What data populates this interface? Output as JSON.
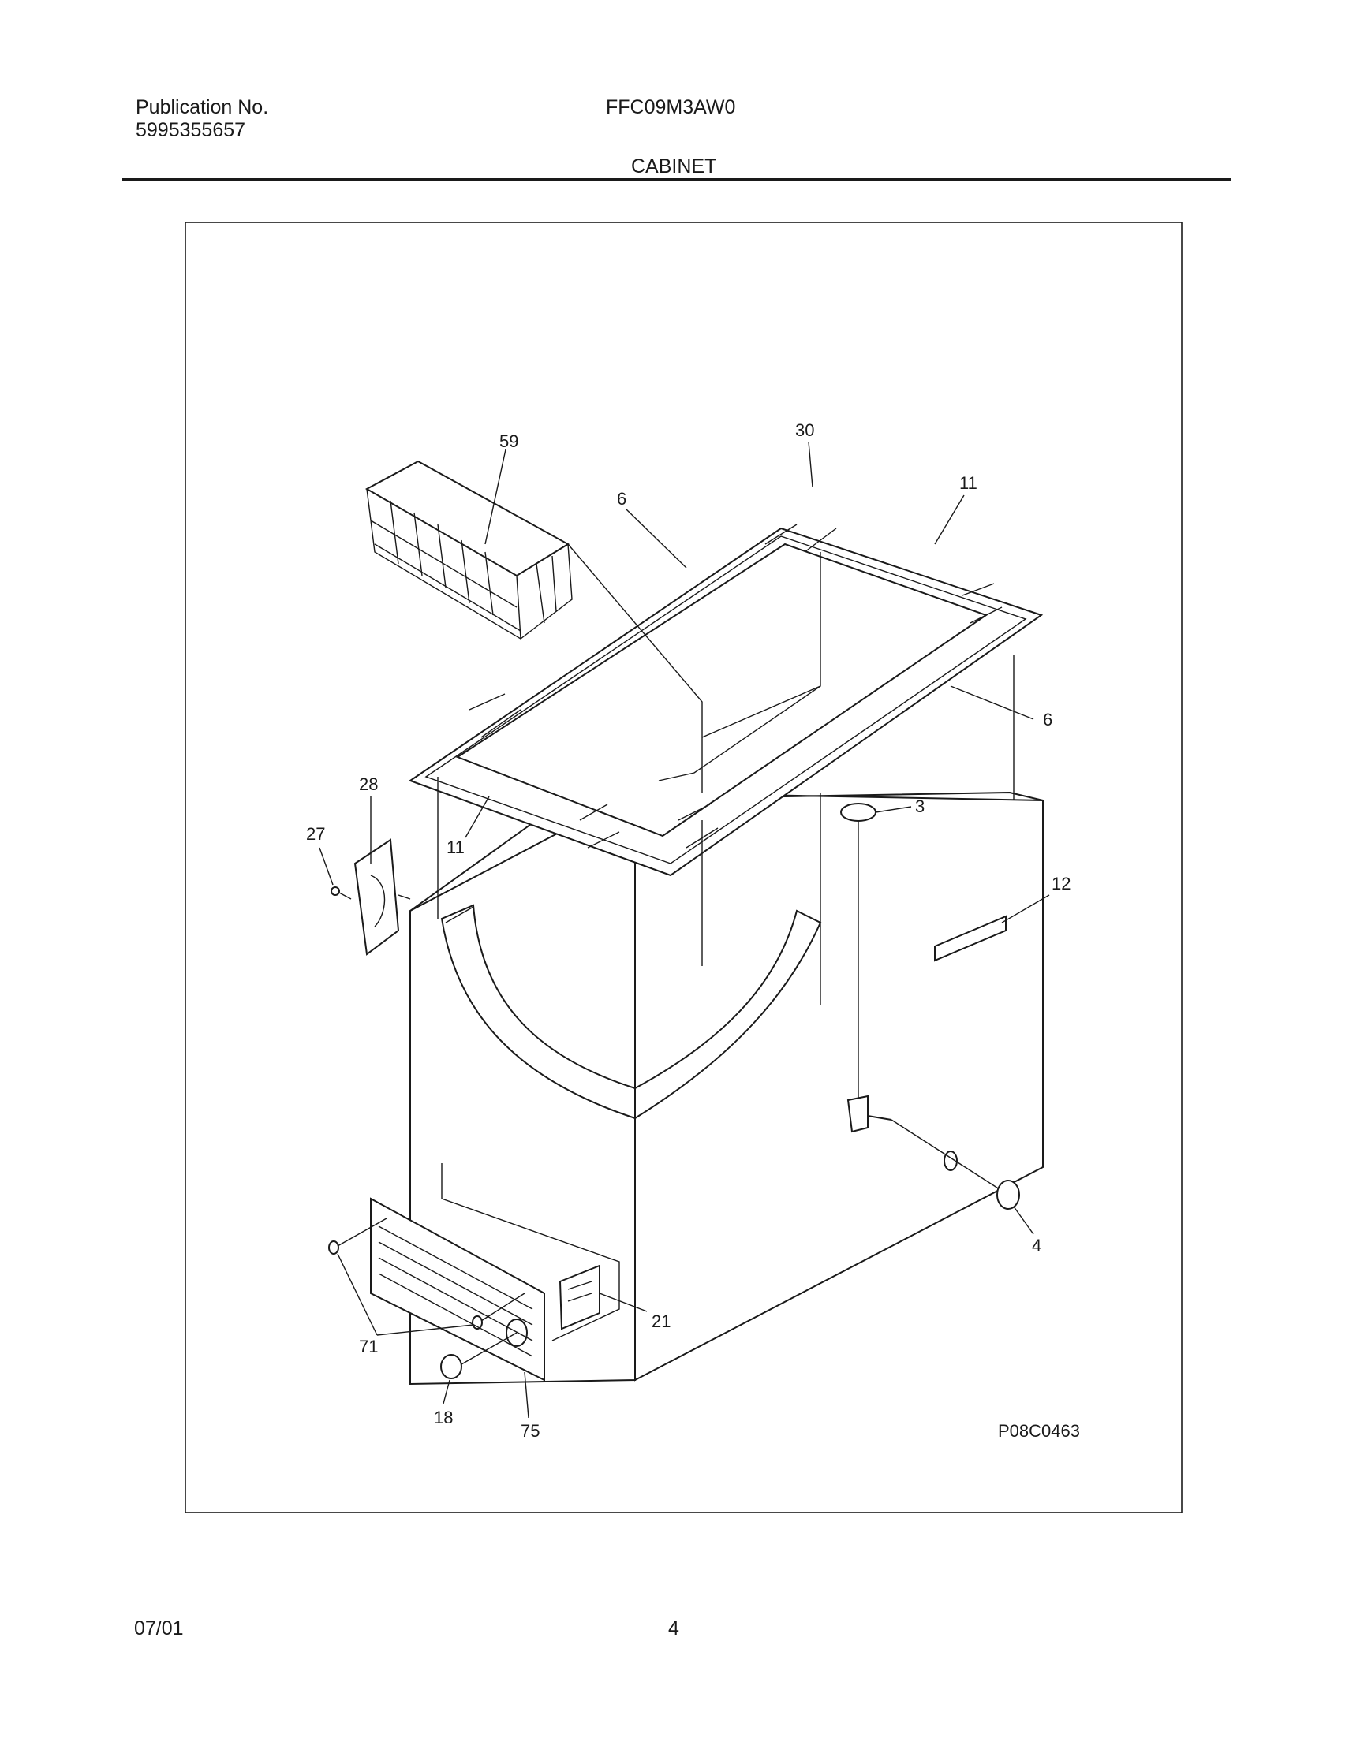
{
  "header": {
    "publication_label": "Publication No.",
    "publication_number": "5995355657",
    "model": "FFC09M3AW0",
    "section_title": "CABINET"
  },
  "diagram": {
    "drawing_code": "P08C0463",
    "callouts": [
      {
        "id": "59",
        "part": "basket"
      },
      {
        "id": "30",
        "part": "breaker-corner"
      },
      {
        "id": "11",
        "part": "breaker-end-right"
      },
      {
        "id": "6",
        "part": "breaker-side-rear"
      },
      {
        "id": "6",
        "part": "breaker-side-front"
      },
      {
        "id": "3",
        "part": "drain-plug"
      },
      {
        "id": "28",
        "part": "hinge"
      },
      {
        "id": "27",
        "part": "hinge-screw"
      },
      {
        "id": "11",
        "part": "breaker-end-left"
      },
      {
        "id": "12",
        "part": "nameplate"
      },
      {
        "id": "4",
        "part": "drain-cap"
      },
      {
        "id": "21",
        "part": "relay"
      },
      {
        "id": "71",
        "part": "grille-screws"
      },
      {
        "id": "18",
        "part": "grille-plug"
      },
      {
        "id": "75",
        "part": "grille"
      }
    ]
  },
  "footer": {
    "date": "07/01",
    "page": "4"
  }
}
